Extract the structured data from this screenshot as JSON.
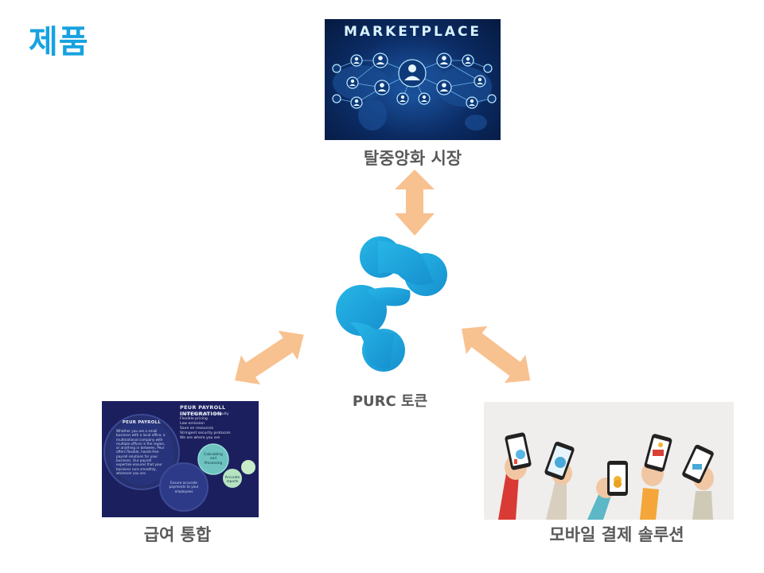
{
  "title": "제품",
  "center": {
    "label": "PURC 토큰",
    "logo_icon": "purc-logo-icon",
    "color": "#1ea7de"
  },
  "arrow_color": "#f8c190",
  "nodes": {
    "marketplace": {
      "label": "탈중앙화 시장",
      "image_text": "MARKETPLACE",
      "image_icon": "network-people-icon"
    },
    "payroll": {
      "label": "급여 통합",
      "image_title": "PEUR PAYROLL INTEGRATION",
      "image_list": [
        "Ensure business continuity",
        "Flexible pricing",
        "Low emission",
        "Save on resources",
        "Stringent security protocols",
        "We are where you are"
      ],
      "circle_title": "PEUR PAYROLL",
      "circle_text": "Whether you are a small business with a local office, a multinational company with multiple offices in the region, or anything in between, Peur offers flexible, hands-free payroll solutions for your business. Our payroll expertise ensures that your business runs smoothly, wherever you are.",
      "bubble_pay": "Ensure accurate payments to your employees",
      "bubble_calc": "Calculating and Processing",
      "bubble_reports": "Accurate reports"
    },
    "mobile": {
      "label": "모바일 결제 솔루션",
      "image_icon": "hands-holding-phones-icon"
    }
  }
}
